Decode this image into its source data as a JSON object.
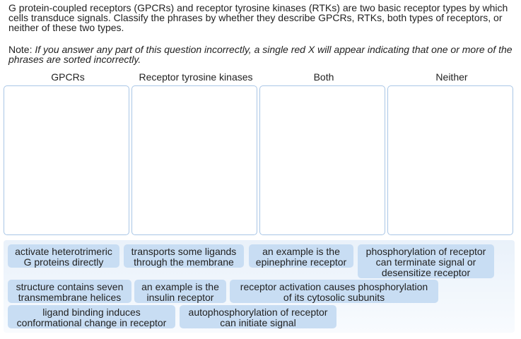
{
  "question": {
    "intro": "G protein-coupled receptors (GPCRs) and receptor tyrosine kinases (RTKs) are two basic receptor types by which cells transduce signals. Classify the phrases by whether they describe GPCRs, RTKs, both types of receptors, or neither of these two types.",
    "note_label": "Note: ",
    "note_text": "If you answer any part of this question incorrectly, a single red X will appear indicating that one or more of the phrases are sorted incorrectly."
  },
  "bins": [
    {
      "label": "GPCRs"
    },
    {
      "label": "Receptor tyrosine kinases"
    },
    {
      "label": "Both"
    },
    {
      "label": "Neither"
    }
  ],
  "phrases": [
    {
      "line1": "activate heterotrimeric",
      "line2": "G proteins directly",
      "line3": ""
    },
    {
      "line1": "transports some ligands",
      "line2": "through the membrane",
      "line3": ""
    },
    {
      "line1": "an example is the",
      "line2": "epinephrine receptor",
      "line3": ""
    },
    {
      "line1": "phosphorylation of receptor",
      "line2": "can terminate signal or",
      "line3": "desensitize receptor"
    },
    {
      "line1": "structure contains seven",
      "line2": "transmembrane helices",
      "line3": ""
    },
    {
      "line1": "an example is the",
      "line2": "insulin receptor",
      "line3": ""
    },
    {
      "line1": "receptor activation causes phosphorylation",
      "line2": "of its cytosolic subunits",
      "line3": ""
    },
    {
      "line1": "ligand binding induces",
      "line2": "conformational change in receptor",
      "line3": ""
    },
    {
      "line1": "autophosphorylation of receptor",
      "line2": "can initiate signal",
      "line3": ""
    }
  ],
  "colors": {
    "chip_bg": "#c8ddf3",
    "bin_border": "#a9c6e6",
    "pool_bg": "#e9f1fa"
  }
}
